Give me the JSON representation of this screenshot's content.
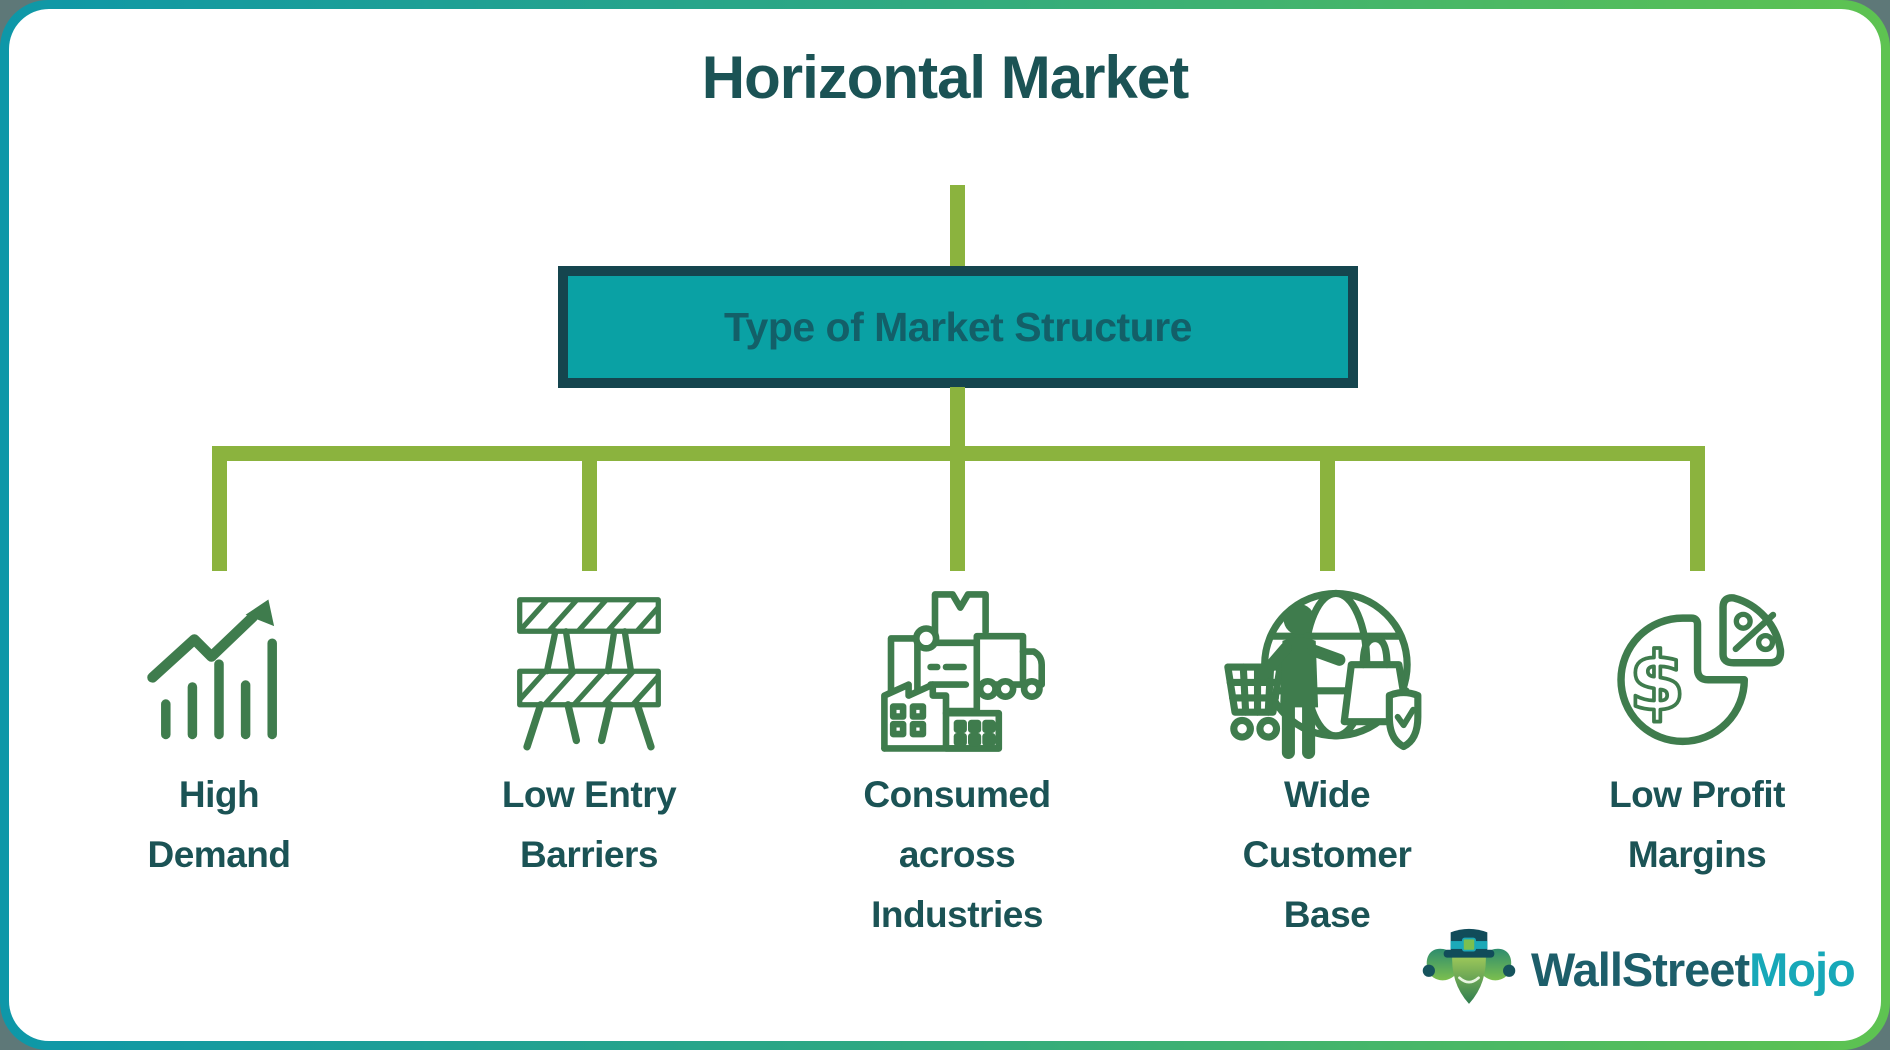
{
  "title": "Horizontal Market",
  "root_box": {
    "label": "Type of Market Structure"
  },
  "branches": [
    {
      "label": "High Demand",
      "lines": [
        "High",
        "Demand"
      ],
      "icon": "bar-chart-growth-icon"
    },
    {
      "label": "Low Entry Barriers",
      "lines": [
        "Low Entry",
        "Barriers"
      ],
      "icon": "barrier-icon"
    },
    {
      "label": "Consumed across Industries",
      "lines": [
        "Consumed",
        "across",
        "Industries"
      ],
      "icon": "supply-chain-icon"
    },
    {
      "label": "Wide Customer Base",
      "lines": [
        "Wide",
        "Customer",
        "Base"
      ],
      "icon": "global-customers-icon"
    },
    {
      "label": "Low Profit Margins",
      "lines": [
        "Low Profit",
        "Margins"
      ],
      "icon": "pie-percent-icon"
    }
  ],
  "logo": {
    "part1": "WallStreet",
    "part2": "Mojo"
  },
  "colors": {
    "frame_gradient_left": "#0E97A8",
    "frame_gradient_right": "#5EC351",
    "connector_green": "#8BB33E",
    "box_fill": "#0AA1A4",
    "box_border": "#15454E",
    "heading_teal": "#1B5355",
    "icon_green": "#3F7C4D",
    "logo_dark_teal": "#1D5E6A",
    "logo_bright_teal": "#17A8B8"
  }
}
